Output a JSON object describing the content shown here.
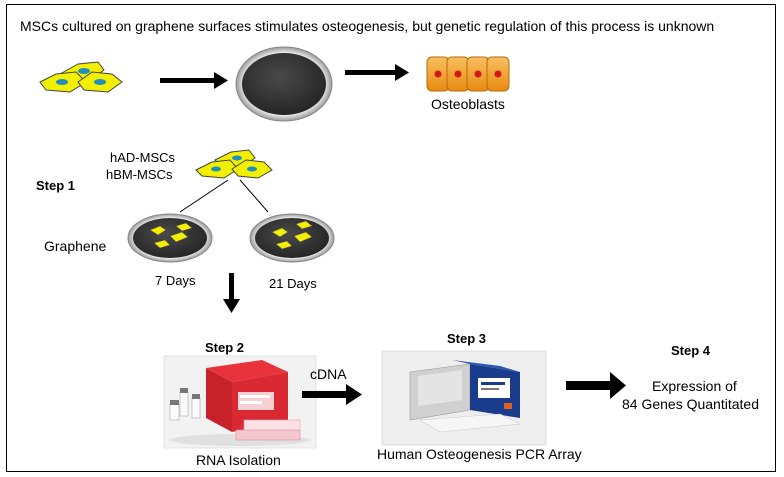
{
  "headline": "MSCs cultured on  graphene surfaces stimulates osteogenesis, but genetic regulation of this process is unknown",
  "labels": {
    "osteoblasts": "Osteoblasts",
    "cell_line_1": "hAD-MSCs",
    "cell_line_2": "hBM-MSCs",
    "graphene": "Graphene",
    "day_7": "7 Days",
    "day_21": "21 Days",
    "cdna": "cDNA",
    "rna_isolation": "RNA Isolation",
    "pcr_array": "Human Osteogenesis PCR Array",
    "expression_line1": "Expression of",
    "expression_line2": "84 Genes Quantitated"
  },
  "steps": {
    "step1": "Step 1",
    "step2": "Step 2",
    "step3": "Step 3",
    "step4": "Step 4"
  },
  "colors": {
    "cell_fill": "#f2f000",
    "cell_nucleus": "#1f8fc0",
    "osteoblast_fill": "#f4a020",
    "osteoblast_nucleus": "#d11a1a",
    "dish_dark": "#3a3a3a",
    "arrow": "#000000"
  }
}
